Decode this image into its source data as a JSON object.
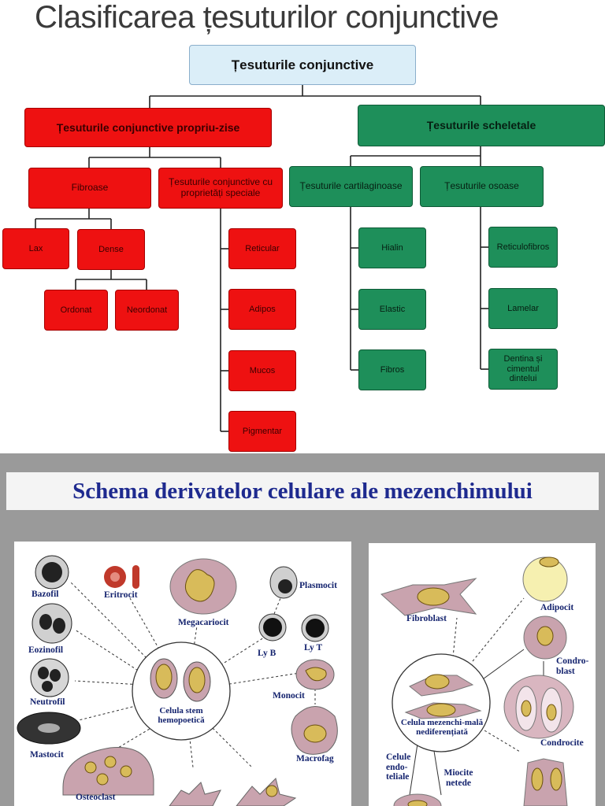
{
  "title": "Clasificarea țesuturilor conjunctive",
  "tree": {
    "root": "Țesuturile conjunctive",
    "proper": "Țesuturile conjunctive propriu-zise",
    "skeletal": "Țesuturile scheletale",
    "fibroase": "Fibroase",
    "speciale": "Țesuturile conjunctive cu proprietăți speciale",
    "cartilaginoase": "Țesuturile cartilaginoase",
    "osoase": "Țesuturile osoase",
    "lax": "Lax",
    "dense": "Dense",
    "ordonat": "Ordonat",
    "neordonat": "Neordonat",
    "reticular": "Reticular",
    "adipos": "Adipos",
    "mucos": "Mucos",
    "pigmentar": "Pigmentar",
    "hialin": "Hialin",
    "elastic": "Elastic",
    "fibros": "Fibros",
    "reticulofibros": "Reticulofibros",
    "lamelar": "Lamelar",
    "dentina": "Dentina și cimentul dintelui"
  },
  "colors": {
    "red": "#ee1111",
    "green": "#1e8f5a",
    "root": "#dbeef8",
    "scheme_title": "#1e2a8f"
  },
  "scheme": {
    "title": "Schema derivatelor celulare ale mezenchimului",
    "left": {
      "center": "Celula stem hemopoetică",
      "bazofil": "Bazofil",
      "eritrocit": "Eritrocit",
      "megacariocit": "Megacariocit",
      "plasmocit": "Plasmocit",
      "eozinofil": "Eozinofil",
      "lyb": "Ly B",
      "lyt": "Ly T",
      "neutrofil": "Neutrofil",
      "monocit": "Monocit",
      "mastocit": "Mastocit",
      "macrofag": "Macrofag",
      "osteoclast": "Osteoclast"
    },
    "right": {
      "center": "Celula mezenchi-mală nediferențiată",
      "fibroblast": "Fibroblast",
      "adipocit": "Adipocit",
      "condroblast": "Condro-blast",
      "condrocite": "Condrocite",
      "celule_endoteliale": "Celule endo-teliale",
      "miocite_netede": "Miocite netede"
    }
  }
}
